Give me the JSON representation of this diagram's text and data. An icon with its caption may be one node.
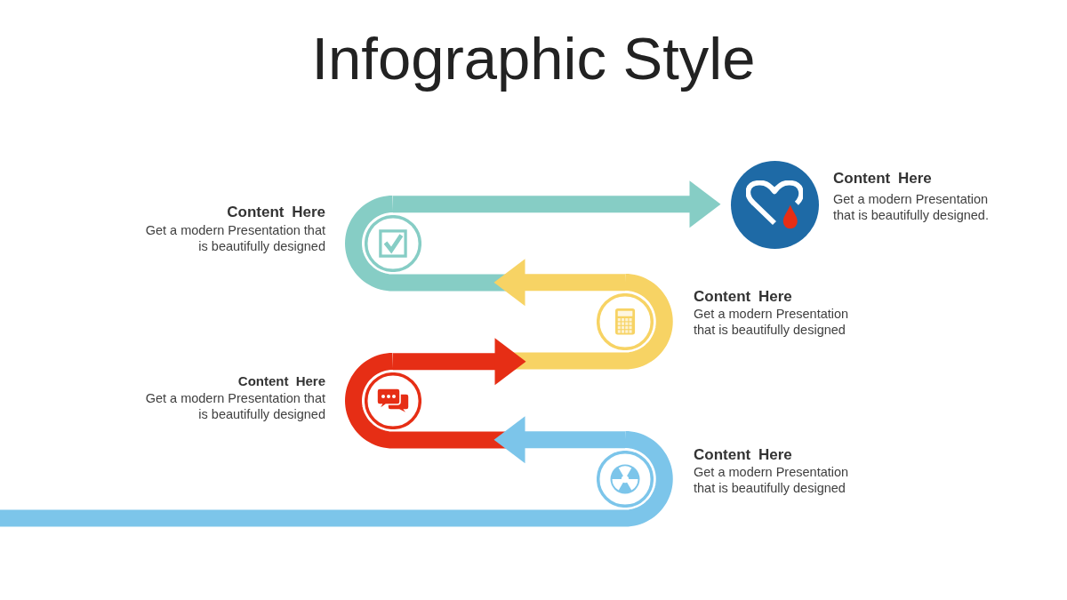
{
  "diagram": {
    "title": "Infographic Style",
    "nodes": [
      {
        "text": [],
        "shape": "circle",
        "beside": [
          "Content Here",
          "Get a modern Presentation that is beautifully designed."
        ]
      },
      {
        "text": [],
        "shape": "band",
        "beside": [
          "Content Here",
          "Get a modern Presentation that is beautifully designed"
        ]
      },
      {
        "text": [],
        "shape": "band",
        "beside": [
          "Content Here",
          "Get a modern Presentation that is beautifully designed"
        ]
      },
      {
        "text": [],
        "shape": "band",
        "beside": [
          "Content Here",
          "Get a modern Presentation that is beautifully designed"
        ]
      },
      {
        "text": [],
        "shape": "band",
        "beside": [
          "Content Here",
          "Get a modern Presentation that is beautifully designed"
        ]
      }
    ],
    "edges": [
      {
        "from": 1,
        "to": 0,
        "arrow": "to",
        "color": "#86cdc5"
      },
      {
        "from": 2,
        "to": 1,
        "arrow": "to",
        "color": "#f7d364"
      },
      {
        "from": 3,
        "to": 2,
        "arrow": "to",
        "color": "#e62e15"
      },
      {
        "from": 4,
        "to": 3,
        "arrow": "to",
        "color": "#7cc5ea"
      }
    ]
  }
}
